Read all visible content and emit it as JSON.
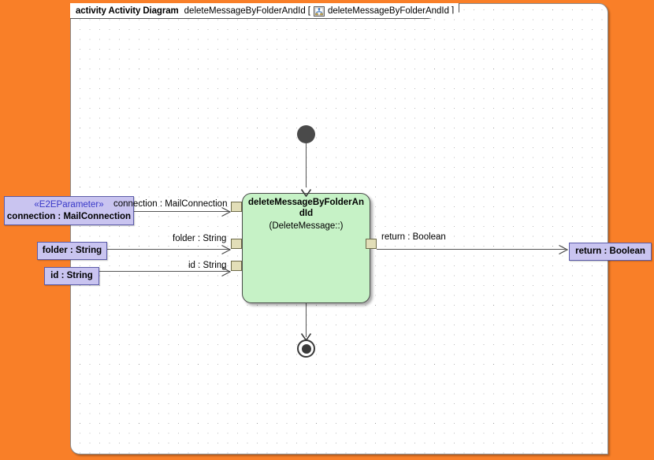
{
  "canvas": {
    "background_color": "#F97F28",
    "diagram_background": "#FFFFFF",
    "grid": "dotted"
  },
  "frame": {
    "keyword": "activity Activity Diagram",
    "name": "deleteMessageByFolderAndId",
    "bracket_open": "[",
    "icon": "activity-diagram-icon",
    "sub_name": "deleteMessageByFolderAndId",
    "bracket_close": "]"
  },
  "action_node": {
    "title": "deleteMessageByFolderAndId",
    "subtitle": "(DeleteMessage::)",
    "fill_color": "#C6F2C6",
    "border_color": "#4a4a4a"
  },
  "nodes": {
    "initial": "initial-node",
    "final": "activity-final-node"
  },
  "parameters": {
    "inputs": [
      {
        "stereotype": "«E2EParameter»",
        "stereotype_trailer": "connection : MailConnection",
        "label": "connection : MailConnection",
        "edge_label": "connection : MailConnection",
        "pin": "input-pin-connection"
      },
      {
        "label": "folder : String",
        "edge_label": "folder : String",
        "pin": "input-pin-folder"
      },
      {
        "label": "id : String",
        "edge_label": "id : String",
        "pin": "input-pin-id"
      }
    ],
    "outputs": [
      {
        "label": "return : Boolean",
        "edge_label": "return : Boolean",
        "pin": "output-pin-return"
      }
    ]
  },
  "colors": {
    "parameter_fill": "#C9C4F0",
    "parameter_border": "#5B5BA8",
    "stereotype_text": "#3838C8",
    "pin_fill": "#E2DEB8",
    "edge": "#555555"
  }
}
